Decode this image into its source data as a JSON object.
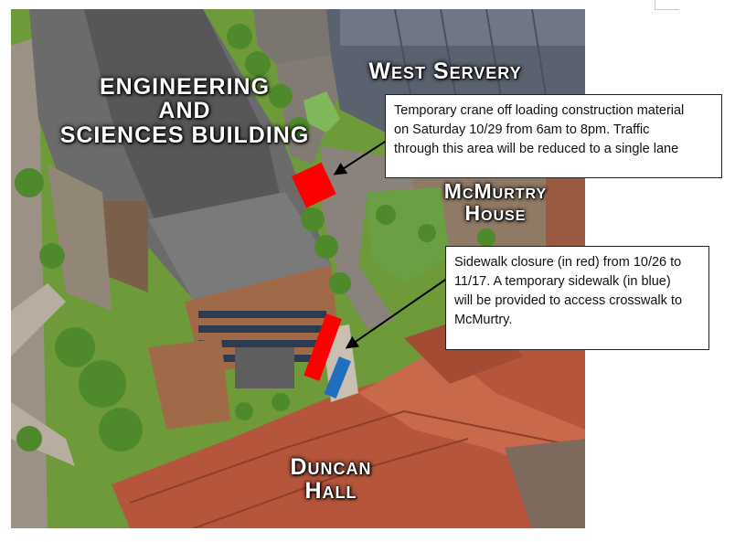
{
  "map": {
    "buildings": {
      "engineering_line1": "ENGINEERING",
      "engineering_line2": "AND",
      "engineering_line3": "SCIENCES BUILDING",
      "west_servery": "West Servery",
      "mcmurtry_line1": "McMurtry",
      "mcmurtry_line2": "House",
      "duncan_line1": "Duncan",
      "duncan_line2": "Hall"
    },
    "colors": {
      "closure": "#ff0000",
      "temporary_sidewalk": "#1f6fc0",
      "roof_brick": "#b5563c",
      "roof_gray": "#6b6b6b",
      "lawn": "#6e9a3a"
    }
  },
  "callouts": {
    "crane_lines": [
      "Temporary crane off loading construction material",
      "on Saturday 10/29 from 6am to 8pm. Traffic",
      "through this area will be reduced to a single lane"
    ],
    "sidewalk_lines": [
      "Sidewalk closure (in red) from 10/26 to",
      "11/17. A temporary sidewalk (in blue)",
      "will be provided to access crosswalk to",
      "McMurtry."
    ]
  }
}
